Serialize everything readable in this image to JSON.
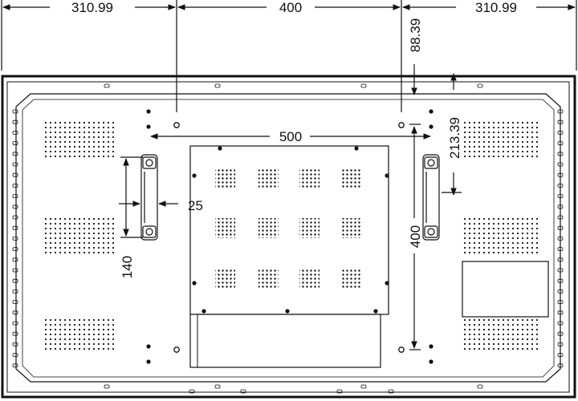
{
  "dimensions": {
    "top_left": "310.99",
    "top_middle": "400",
    "top_right": "310.99",
    "vesa_width": "500",
    "top_offset": "88.39",
    "bracket_offset": "213.39",
    "bracket_width": "25",
    "bracket_height": "140",
    "vesa_height": "400"
  },
  "colors": {
    "line": "#111111",
    "frame": "#111111",
    "background": "#ffffff"
  }
}
